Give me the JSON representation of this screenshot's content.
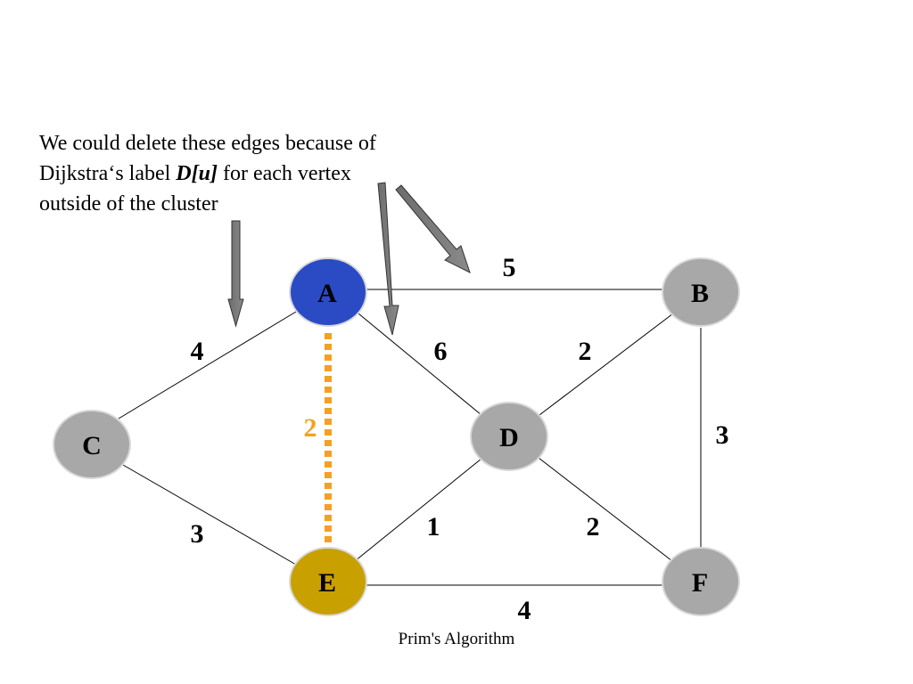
{
  "caption": {
    "line1": "We could delete these edges because of",
    "line2_pre": "Dijkstra‘s label ",
    "line2_emph": "D[u]",
    "line2_post": " for each vertex",
    "line3": "outside of the cluster"
  },
  "graph": {
    "nodes": [
      {
        "id": "A",
        "label": "A",
        "fill": "#2a4bc4"
      },
      {
        "id": "B",
        "label": "B",
        "fill": "#a8a8a8"
      },
      {
        "id": "C",
        "label": "C",
        "fill": "#a8a8a8"
      },
      {
        "id": "D",
        "label": "D",
        "fill": "#a8a8a8"
      },
      {
        "id": "E",
        "label": "E",
        "fill": "#c8a000"
      },
      {
        "id": "F",
        "label": "F",
        "fill": "#a8a8a8"
      }
    ],
    "edges": [
      {
        "from": "A",
        "to": "B",
        "weight": "5"
      },
      {
        "from": "A",
        "to": "C",
        "weight": "4"
      },
      {
        "from": "A",
        "to": "D",
        "weight": "6"
      },
      {
        "from": "A",
        "to": "E",
        "weight": "2",
        "highlight": true
      },
      {
        "from": "B",
        "to": "D",
        "weight": "2"
      },
      {
        "from": "B",
        "to": "F",
        "weight": "3"
      },
      {
        "from": "C",
        "to": "E",
        "weight": "3"
      },
      {
        "from": "D",
        "to": "E",
        "weight": "1"
      },
      {
        "from": "D",
        "to": "F",
        "weight": "2"
      },
      {
        "from": "E",
        "to": "F",
        "weight": "4"
      }
    ],
    "highlight_color": "#f5a020"
  },
  "footer": "Prim's Algorithm"
}
